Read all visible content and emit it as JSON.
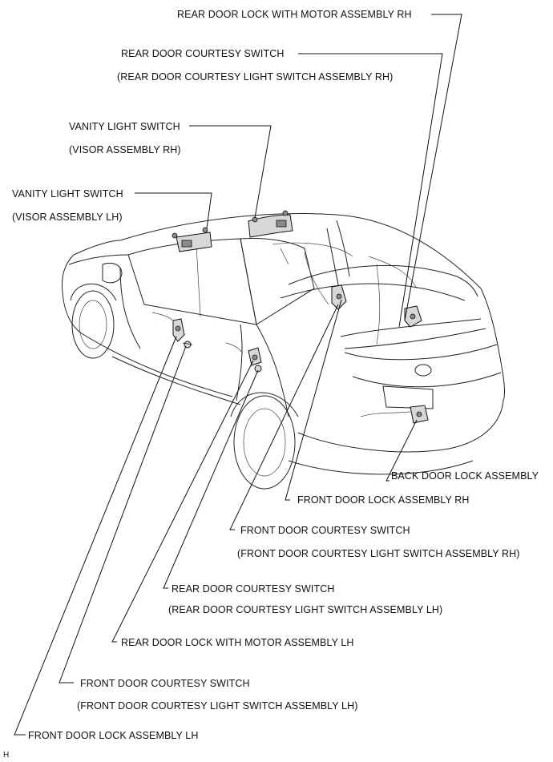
{
  "labels": {
    "rear_door_lock_rh": "REAR DOOR LOCK WITH MOTOR ASSEMBLY RH",
    "rear_courtesy_rh": "REAR DOOR COURTESY SWITCH",
    "rear_courtesy_rh_sub": "(REAR DOOR COURTESY LIGHT SWITCH ASSEMBLY RH)",
    "vanity_rh": "VANITY LIGHT SWITCH",
    "vanity_rh_sub": "(VISOR ASSEMBLY RH)",
    "vanity_lh": "VANITY LIGHT SWITCH",
    "vanity_lh_sub": "(VISOR ASSEMBLY LH)",
    "back_door_lock": "BACK DOOR LOCK ASSEMBLY",
    "front_door_lock_rh": "FRONT DOOR LOCK ASSEMBLY RH",
    "front_courtesy_rh": "FRONT DOOR COURTESY SWITCH",
    "front_courtesy_rh_sub": "(FRONT DOOR COURTESY LIGHT SWITCH ASSEMBLY RH)",
    "rear_courtesy_lh": "REAR DOOR COURTESY SWITCH",
    "rear_courtesy_lh_sub": "(REAR DOOR COURTESY LIGHT SWITCH ASSEMBLY LH)",
    "rear_door_lock_lh": "REAR DOOR LOCK WITH MOTOR ASSEMBLY LH",
    "front_courtesy_lh": "FRONT DOOR COURTESY SWITCH",
    "front_courtesy_lh_sub": "(FRONT DOOR COURTESY LIGHT SWITCH ASSEMBLY LH)",
    "front_door_lock_lh": "FRONT DOOR LOCK ASSEMBLY LH",
    "corner_mark": "H"
  }
}
